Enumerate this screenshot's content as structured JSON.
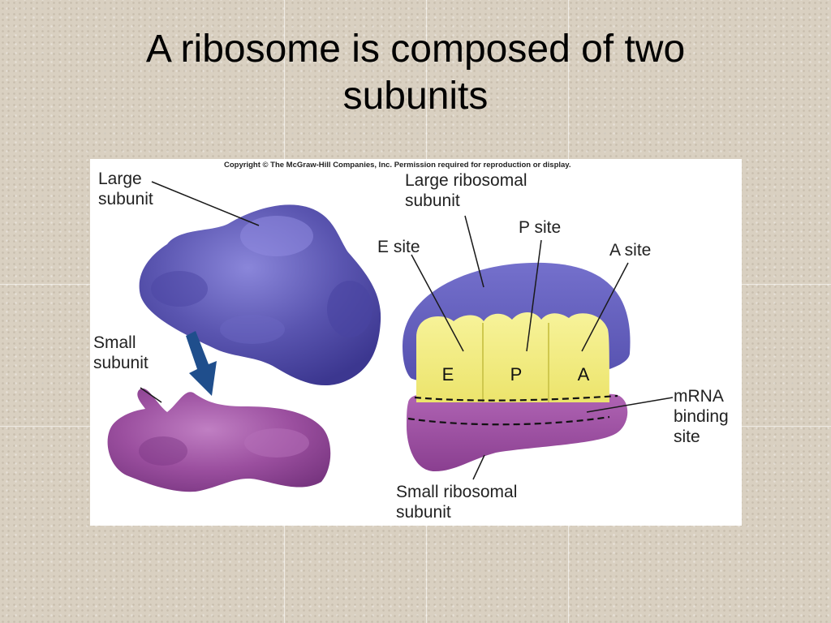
{
  "slide": {
    "title_lines": [
      "A ribosome is composed of two",
      "subunits"
    ]
  },
  "figure": {
    "copyright": "Copyright © The McGraw-Hill Companies, Inc. Permission required for reproduction or display.",
    "left_labels": {
      "large": [
        "Large",
        "subunit"
      ],
      "small": [
        "Small",
        "subunit"
      ]
    },
    "right_labels": {
      "large_ribosomal": [
        "Large ribosomal",
        "subunit"
      ],
      "e_site": "E site",
      "p_site": "P site",
      "a_site": "A site",
      "mrna": [
        "mRNA",
        "binding",
        "site"
      ],
      "small_ribosomal": [
        "Small ribosomal",
        "subunit"
      ]
    },
    "slots": [
      "E",
      "P",
      "A"
    ],
    "colors": {
      "large_subunit": "#5a55b0",
      "small_subunit": "#9b4f9f",
      "site_yellow": "#f3ee86",
      "arrow": "#1f4e8c"
    }
  }
}
